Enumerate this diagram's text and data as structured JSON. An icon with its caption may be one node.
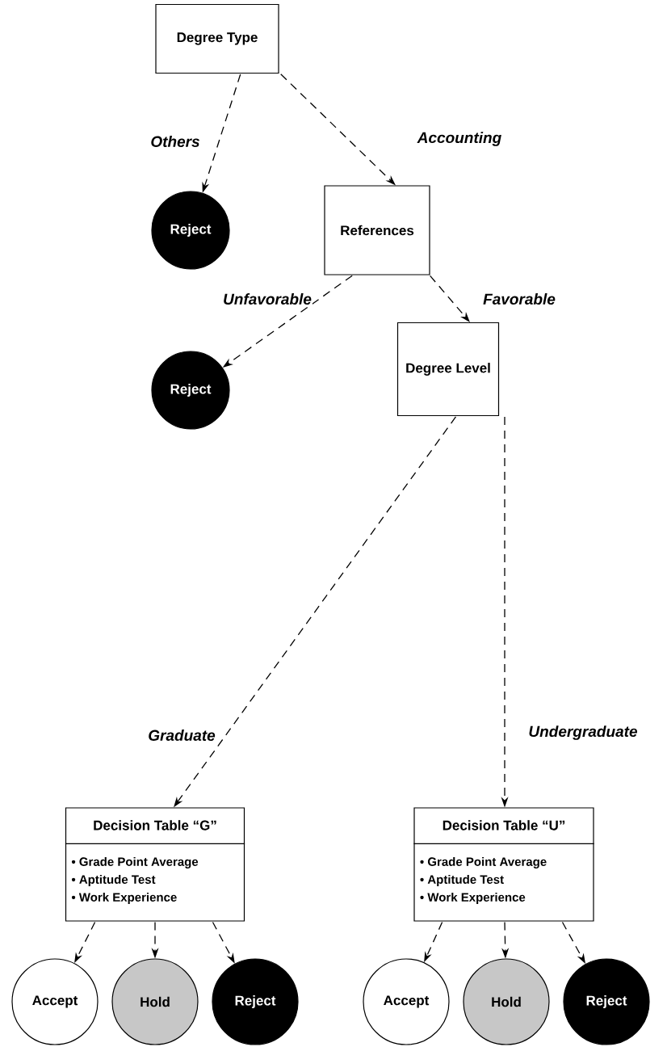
{
  "diagram": {
    "nodes": [
      {
        "text": [
          "Degree Type"
        ]
      },
      {
        "text": [
          "Reject"
        ]
      },
      {
        "text": [
          "References"
        ]
      },
      {
        "text": [
          "Reject"
        ]
      },
      {
        "text": [
          "Degree Level"
        ]
      },
      {
        "text": [
          "Decision Table “G”",
          "• Grade Point Average",
          "• Aptitude Test",
          "• Work Experience"
        ]
      },
      {
        "text": [
          "Accept"
        ]
      },
      {
        "text": [
          "Hold"
        ]
      },
      {
        "text": [
          "Reject"
        ]
      },
      {
        "text": [
          "Decision Table “U”",
          "• Grade Point Average",
          "• Aptitude Test",
          "• Work Experience"
        ]
      },
      {
        "text": [
          "Accept"
        ]
      },
      {
        "text": [
          "Hold"
        ]
      },
      {
        "text": [
          "Reject"
        ]
      }
    ],
    "edges": [
      {
        "from": 0,
        "to": 1,
        "arrow": "to",
        "label": "Others"
      },
      {
        "from": 0,
        "to": 2,
        "arrow": "to",
        "label": "Accounting"
      },
      {
        "from": 2,
        "to": 3,
        "arrow": "to",
        "label": "Unfavorable"
      },
      {
        "from": 2,
        "to": 4,
        "arrow": "to",
        "label": "Favorable"
      },
      {
        "from": 4,
        "to": 5,
        "arrow": "to",
        "label": "Graduate"
      },
      {
        "from": 4,
        "to": 9,
        "arrow": "to",
        "label": "Undergraduate"
      },
      {
        "from": 5,
        "to": 6,
        "arrow": "to"
      },
      {
        "from": 5,
        "to": 7,
        "arrow": "to"
      },
      {
        "from": 5,
        "to": 8,
        "arrow": "to"
      },
      {
        "from": 9,
        "to": 10,
        "arrow": "to"
      },
      {
        "from": 9,
        "to": 11,
        "arrow": "to"
      },
      {
        "from": 9,
        "to": 12,
        "arrow": "to"
      }
    ]
  }
}
